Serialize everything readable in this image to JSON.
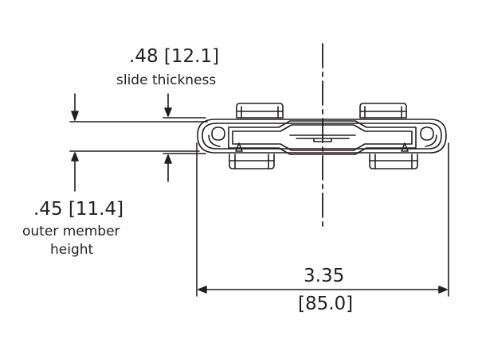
{
  "dimensions": {
    "slide_thickness": {
      "value": ".48 [12.1]",
      "label": "slide thickness"
    },
    "outer_member_height": {
      "value": ".45 [11.4]",
      "label_line1": "outer member",
      "label_line2": "height"
    },
    "width": {
      "inches": "3.35",
      "mm": "[85.0]"
    }
  },
  "colors": {
    "line": "#231f20",
    "background": "#ffffff"
  }
}
